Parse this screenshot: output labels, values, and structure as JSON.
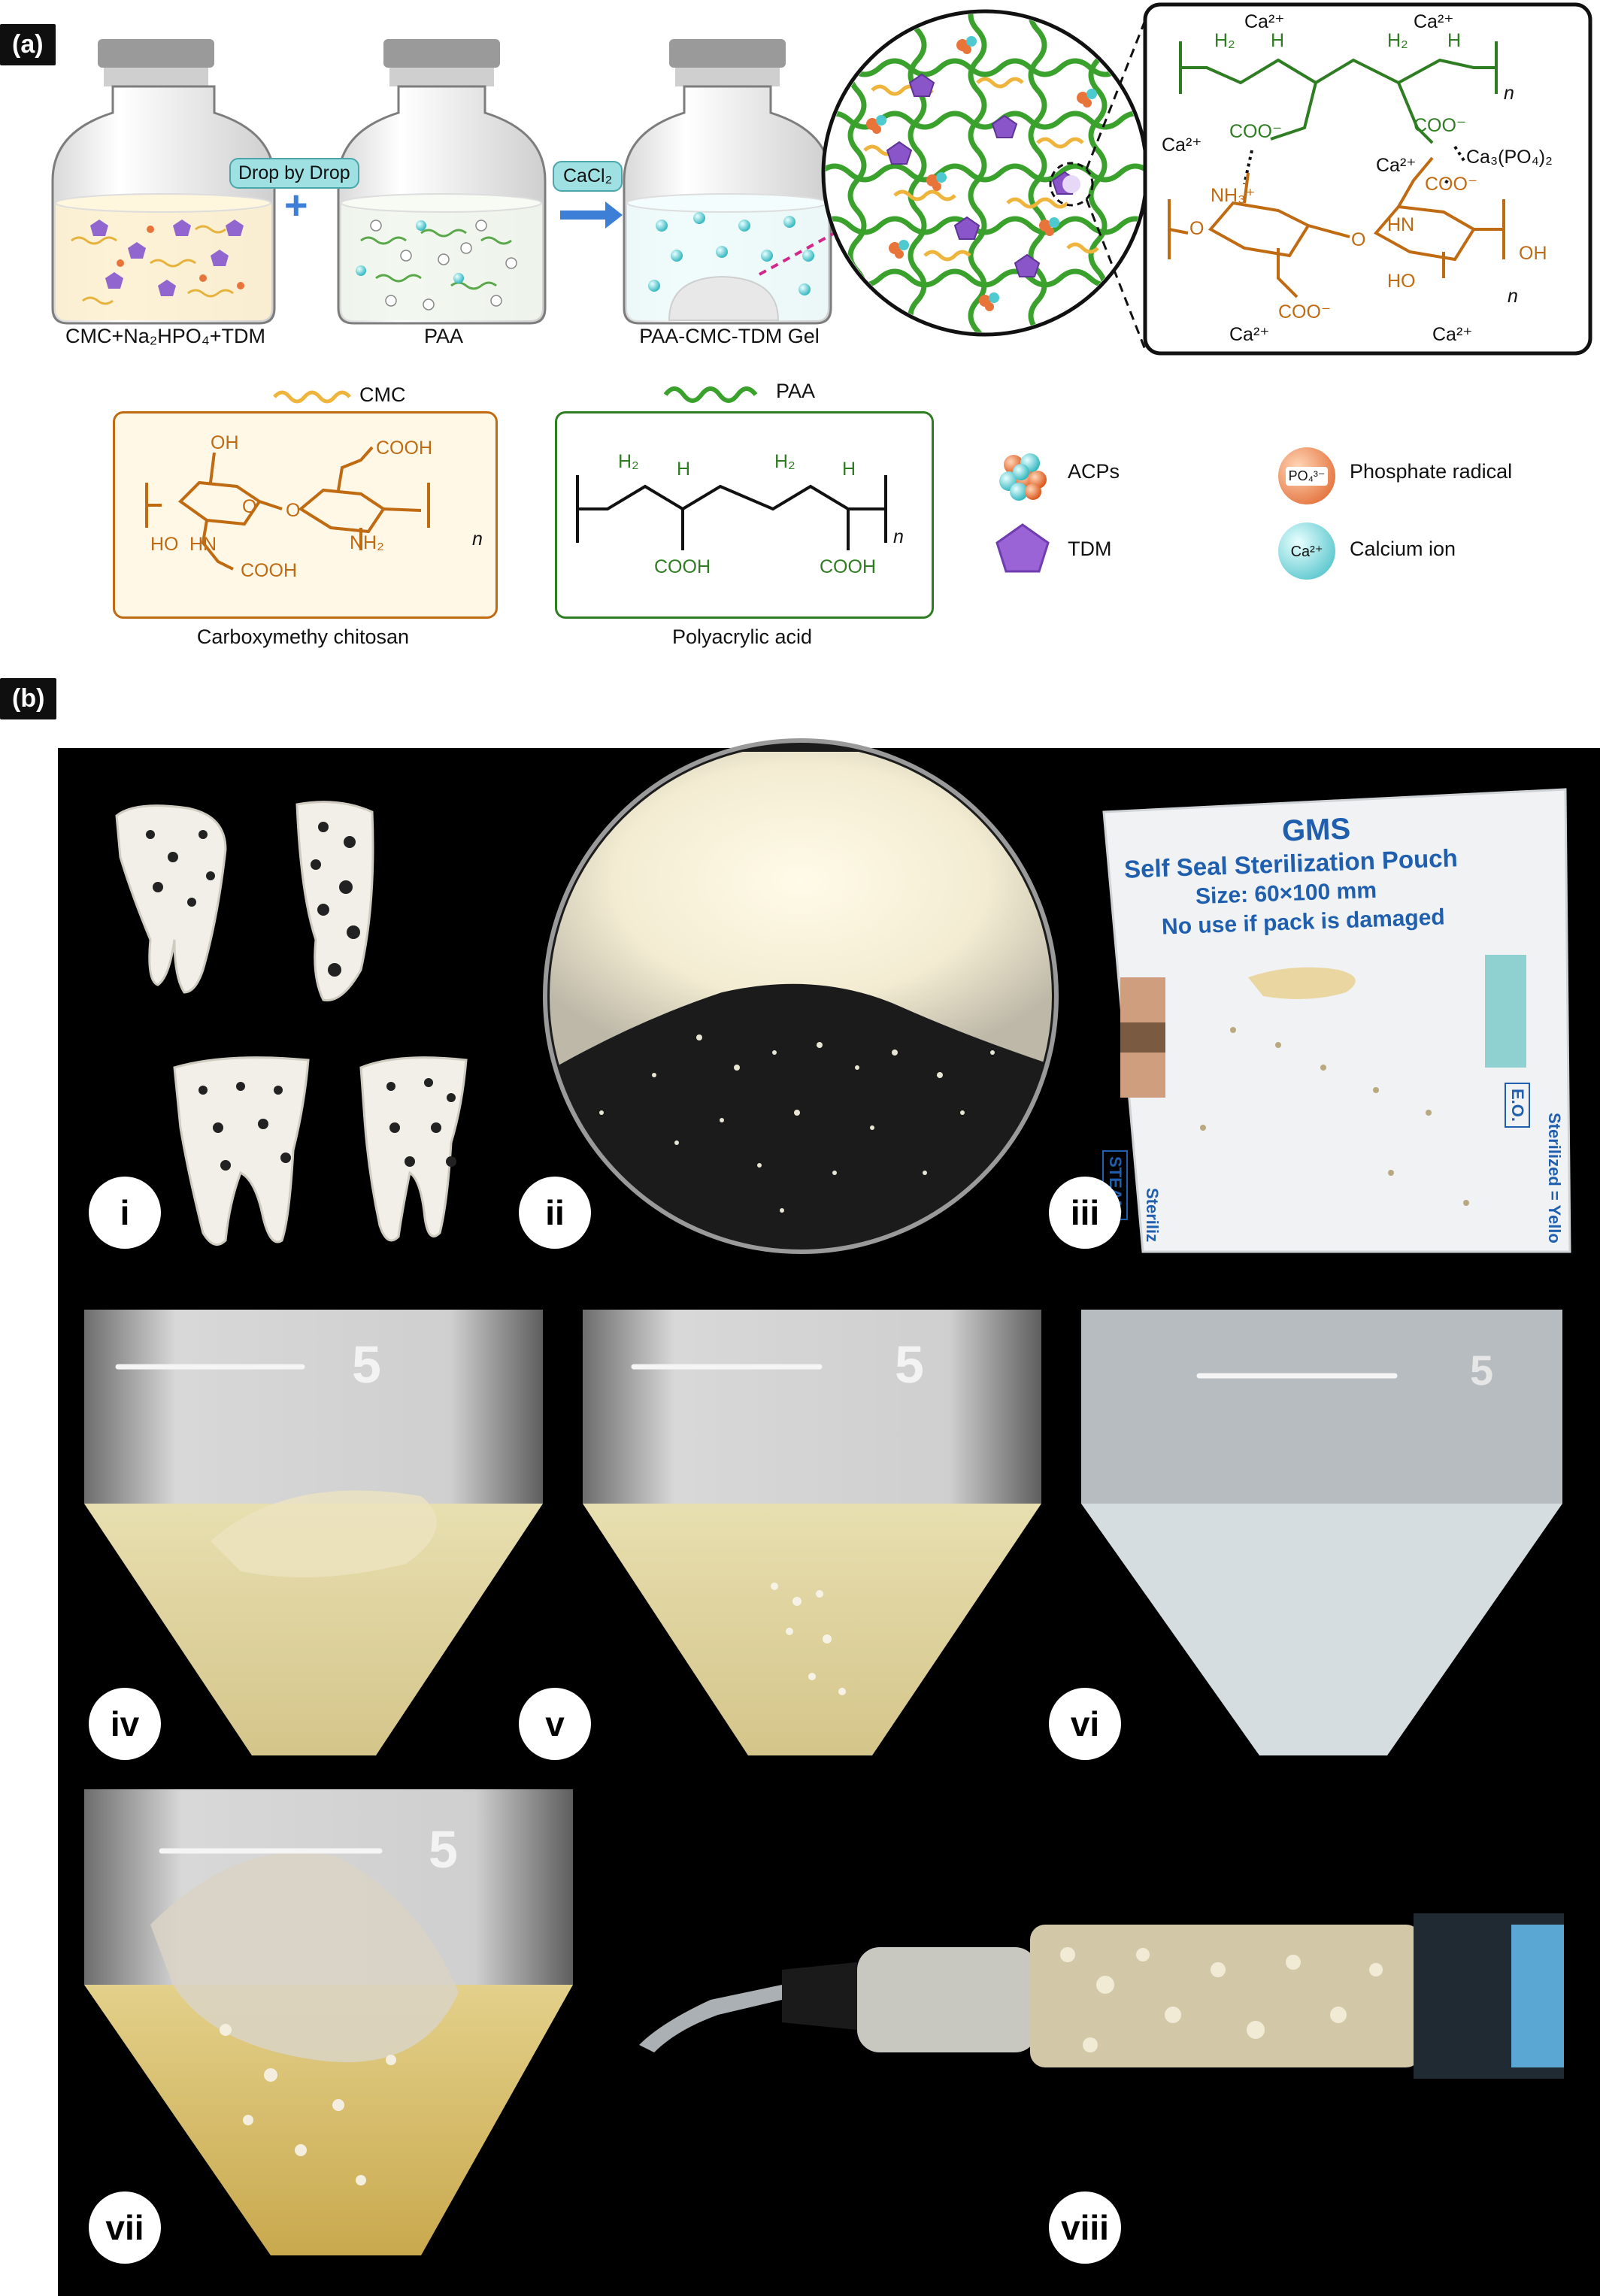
{
  "panel_a": {
    "tag": "(a)",
    "jars": [
      {
        "label": "CMC+Na₂HPO₄+TDM"
      },
      {
        "label": "PAA"
      },
      {
        "label": "PAA-CMC-TDM Gel"
      }
    ],
    "step1_label": "Drop by Drop",
    "step1_symbol": "+",
    "step2_label": "CaCl₂",
    "structure_box": {
      "top": {
        "h2_1": "H₂",
        "h_1": "H",
        "h2_2": "H₂",
        "h_2": "H",
        "ca_1": "Ca²⁺",
        "ca_2": "Ca²⁺",
        "n": "n",
        "coo_left": "COO⁻",
        "ca_left": "Ca²⁺",
        "coo_right": "COO⁻",
        "ca3po4": "Ca₃(PO₄)₂"
      },
      "bottom": {
        "ca_mid": "Ca²⁺",
        "coo_mid": "COO⁻",
        "nh3": "NH₃⁺",
        "hn": "HN",
        "o1": "O",
        "o2": "O",
        "oh": "OH",
        "ho": "HO",
        "n": "n",
        "coo_bottom": "COO⁻",
        "ca_b1": "Ca²⁺",
        "ca_b2": "Ca²⁺"
      }
    },
    "cmc": {
      "legend": "CMC",
      "caption": "Carboxymethy chitosan",
      "oh": "OH",
      "cooh1": "COOH",
      "ho": "HO",
      "hn": "HN",
      "nh2": "NH₂",
      "cooh2": "COOH",
      "o1": "O",
      "o2": "O",
      "n": "n"
    },
    "paa": {
      "legend": "PAA",
      "caption": "Polyacrylic acid",
      "h2_1": "H₂",
      "h_1": "H",
      "h2_2": "H₂",
      "h_2": "H",
      "cooh1": "COOH",
      "cooh2": "COOH",
      "n": "n"
    },
    "legend": [
      {
        "label": "ACPs"
      },
      {
        "label": "TDM"
      },
      {
        "label": "Phosphate radical",
        "badge": "PO₄³⁻"
      },
      {
        "label": "Calcium ion",
        "badge": "Ca²⁺"
      }
    ]
  },
  "panel_b": {
    "tag": "(b)",
    "subpanels": [
      "i",
      "ii",
      "iii",
      "iv",
      "v",
      "vi",
      "vii",
      "viii"
    ],
    "tube_number": "5",
    "pouch": {
      "brand": "GMS",
      "title": "Self Seal Sterilization Pouch",
      "size": "Size: 60×100 mm",
      "warning": "No use if pack is damaged",
      "steam": "STEAM",
      "steam_sub": "Steriliz",
      "eo": "E.O.",
      "eo_sub": "Sterilized = Yello"
    }
  },
  "colors": {
    "cmc_orange": "#c06a12",
    "paa_green": "#2f7d22",
    "tdm_purple": "#8a55c8",
    "calcium_cyan": "#5fd3d8",
    "phosphate_orange": "#e9743a",
    "arrow_blue": "#3d7fd6",
    "dashed_arrow": "#d2288c"
  }
}
